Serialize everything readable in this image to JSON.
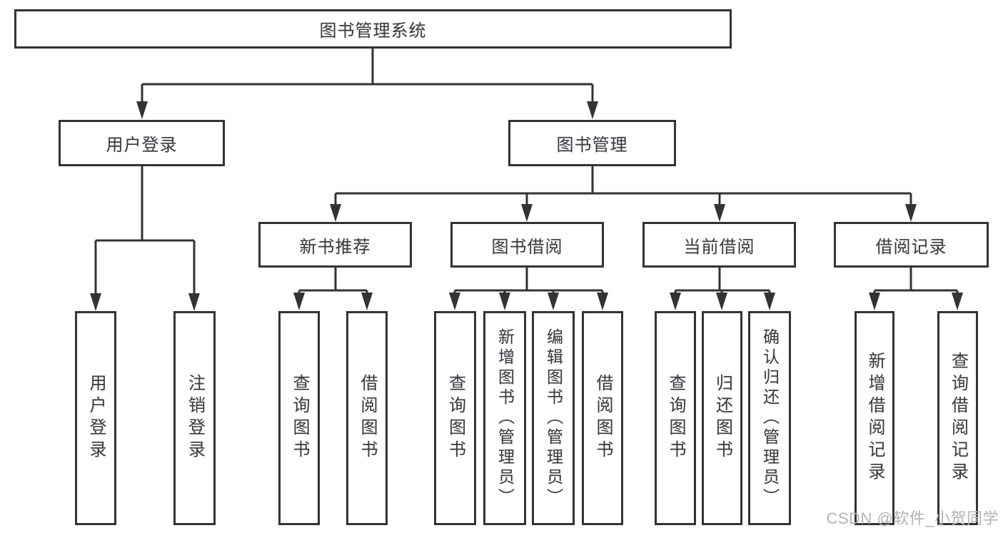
{
  "diagram": {
    "root": {
      "label": "图书管理系统"
    },
    "level2": {
      "user_login": {
        "label": "用户登录"
      },
      "book_management": {
        "label": "图书管理"
      }
    },
    "level3": {
      "new_book_recommend": {
        "label": "新书推荐"
      },
      "book_borrow": {
        "label": "图书借阅"
      },
      "current_borrow": {
        "label": "当前借阅"
      },
      "borrow_records": {
        "label": "借阅记录"
      }
    },
    "leaves": {
      "user_login": {
        "label": "用户登录"
      },
      "logout": {
        "label": "注销登录"
      },
      "query_book_recommend": {
        "label": "查询图书"
      },
      "borrow_book_recommend": {
        "label": "借阅图书"
      },
      "query_book_borrow": {
        "label": "查询图书"
      },
      "add_book_admin": {
        "label": "新增图书（管理员）"
      },
      "edit_book_admin": {
        "label": "编辑图书（管理员）"
      },
      "borrow_book_borrow": {
        "label": "借阅图书"
      },
      "query_book_current": {
        "label": "查询图书"
      },
      "return_book": {
        "label": "归还图书"
      },
      "confirm_return_admin": {
        "label": "确认归还（管理员）"
      },
      "add_borrow_record": {
        "label": "新增借阅记录"
      },
      "query_borrow_record": {
        "label": "查询借阅记录"
      }
    }
  },
  "watermark": {
    "text": "CSDN @软件_小贺同学"
  },
  "colors": {
    "line": "#333333",
    "text": "#3d3d3d",
    "box_background": "#ffffff",
    "watermark": "#b3b3b3",
    "background": "#ffffff"
  }
}
